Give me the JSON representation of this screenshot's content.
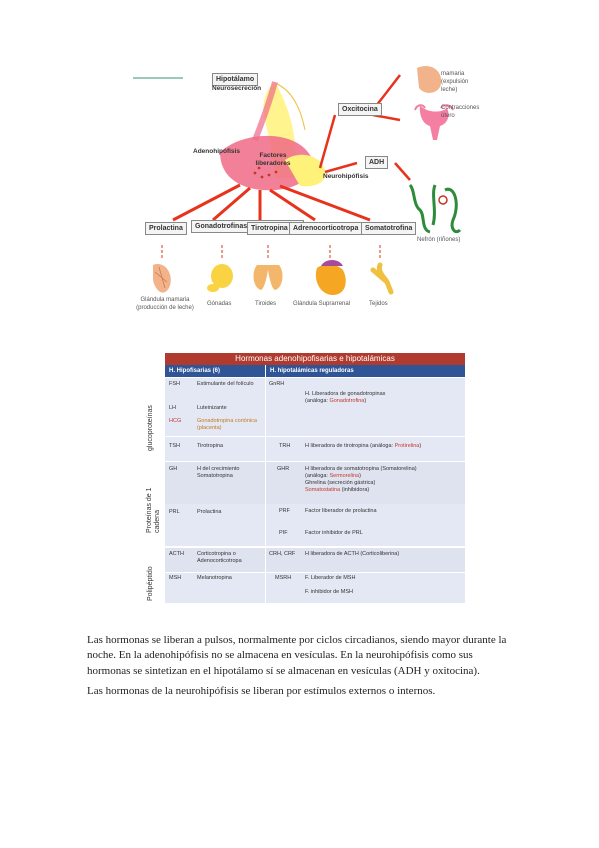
{
  "diagram": {
    "hipotalamo": "Hipotálamo",
    "neurosecrecion": "Neurosecreción",
    "adenohipofisis": "Adenohipófisis",
    "factores": "Factores liberadores",
    "neurohipofisis": "Neurohipófisis",
    "oxcitocina": "Oxcitocina",
    "adh": "ADH",
    "mamaria_caption": "mamaria (expulsión leche)",
    "contracciones_caption": "Contracciones útero",
    "nefron_caption": "Nefrón (riñones)",
    "targets": [
      "Prolactina",
      "Gonadotrofinas (FSH, LH, HCG)",
      "Tirotropina",
      "Adrenocorticotropa",
      "Somatotrofina"
    ],
    "organs": [
      "Glándula mamaria (producción de leche)",
      "Gónadas",
      "Tiroides",
      "Glándula Suprarrenal",
      "Tejidos"
    ],
    "colors": {
      "pink": "#f06a87",
      "yellow": "#fff27a",
      "red_arrow": "#e8331c"
    }
  },
  "table": {
    "title": "Hormonas adenohipofisarias e hipotalámicas",
    "col1_header": "H. Hipofisarias (6)",
    "col2_header": "H. hipotalámicas reguladoras",
    "group_labels": {
      "glucoproteinas": "glucoproteínas",
      "prot_cadena": "Proteínas de 1 cadena",
      "polipeptido": "Polipéptido"
    },
    "rows": [
      {
        "abbr": "FSH",
        "name": "Estimulante del folículo",
        "reg_abbr": "GnRH",
        "reg_text": "H. Liberadora de gonadotropinas",
        "reg_extra_prefix": "(análoga: ",
        "reg_extra_red": "Gonadotrofina",
        "reg_extra_suffix": ")"
      },
      {
        "abbr": "LH",
        "name": "Luteinizante"
      },
      {
        "abbr": "HCG",
        "name": "Gonadotropina coriónica (placenta)"
      },
      {
        "abbr": "TSH",
        "name": "Tirotropina",
        "reg_abbr": "TRH",
        "reg_text": "H liberadora de tirotropina (análoga: ",
        "reg_red": "Protirelina",
        "reg_suffix": ")"
      },
      {
        "abbr": "GH",
        "name": "H del crecimiento Somatotropina",
        "reg_abbr": "GHR",
        "reg_text": "H liberadora de somatotropina (Somatorelina)",
        "reg_line2_prefix": "(análoga: ",
        "reg_line2_red": "Sermorelina",
        "reg_line2_suffix": ")",
        "reg_line3": "Ghrelina (secreción gástrica)",
        "reg_line4_red": "Somatostatina",
        "reg_line4_suffix": " (inhibidora)"
      },
      {
        "abbr": "PRL",
        "name": "Prolactina",
        "reg_abbr": "PRF",
        "reg_text": "Factor liberador de prolactina",
        "reg_abbr2": "PIF",
        "reg_text2": "Factor inhibidor de PRL"
      },
      {
        "abbr": "ACTH",
        "name": "Corticotropina o Adenocorticotropa",
        "reg_abbr": "CRH, CRF",
        "reg_text": "H liberadora de ACTH (Corticoliberina)"
      },
      {
        "abbr": "MSH",
        "name": "Melanotropina",
        "reg_abbr": "MSRH",
        "reg_text": "F. Liberador de MSH",
        "reg_text2": "F. inhibidor de MSH"
      }
    ]
  },
  "text": {
    "p1": "Las hormonas se liberan a pulsos, normalmente por ciclos circadianos, siendo mayor durante la noche. En la adenohipófisis no se almacena en vesículas. En la neurohipófisis como sus hormonas se sintetizan en el hipotálamo sí se almacenan en vesículas (ADH y oxitocina).",
    "p2": "Las hormonas de la neurohipófisis se liberan por estímulos externos o internos."
  }
}
